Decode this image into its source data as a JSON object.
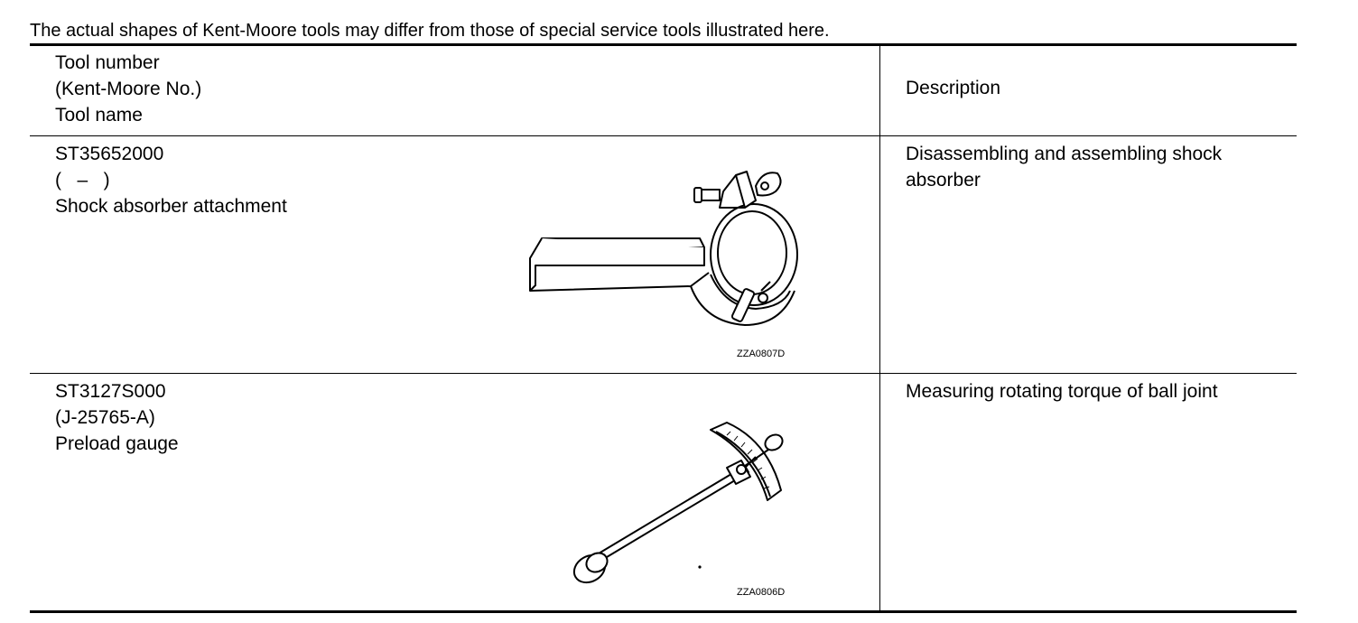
{
  "note": "The actual shapes of Kent-Moore tools may differ from those of special service tools illustrated here.",
  "header": {
    "tool_lines": [
      "Tool number",
      "(Kent-Moore No.)",
      "Tool name"
    ],
    "description": "Description"
  },
  "rows": [
    {
      "tool_number": "ST35652000",
      "kent_moore": "(   –   )",
      "tool_name": "Shock absorber attachment",
      "description": "Disassembling and assembling shock absorber",
      "figure_code": "ZZA0807D",
      "figure_icon": "shock-absorber-attachment-illustration"
    },
    {
      "tool_number": "ST3127S000",
      "kent_moore": "(J-25765-A)",
      "tool_name": "Preload gauge",
      "description": "Measuring rotating torque of ball joint",
      "figure_code": "ZZA0806D",
      "figure_icon": "preload-gauge-illustration"
    }
  ]
}
